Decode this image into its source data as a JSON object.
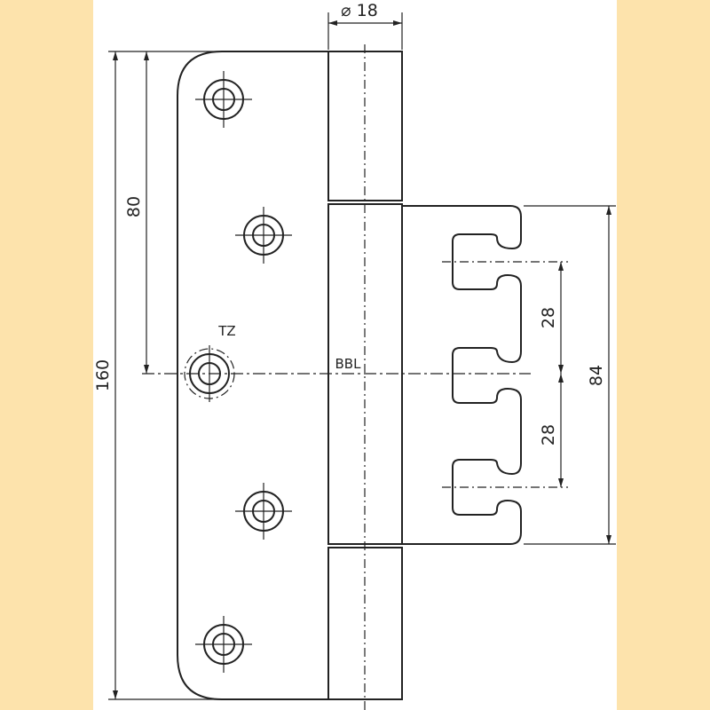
{
  "colors": {
    "background_band": "#fde3ac",
    "paper": "#ffffff",
    "ink": "#222222"
  },
  "labels": {
    "diameter": "⌀ 18",
    "tz": "TZ",
    "bbl": "BBL"
  },
  "dimensions": {
    "total_height": "160",
    "upper_height": "80",
    "slot_pitch_top": "28",
    "slot_pitch_bottom": "28",
    "frame_part_height": "84"
  }
}
